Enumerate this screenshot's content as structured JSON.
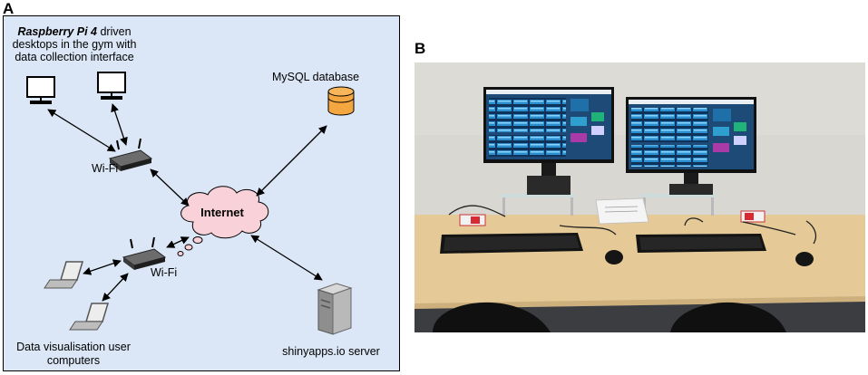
{
  "panels": {
    "a_letter": "A",
    "b_letter": "B"
  },
  "diagram": {
    "caption_bold": "Raspberry Pi 4",
    "caption_rest": " driven",
    "caption_line2": "desktops in the gym with",
    "caption_line3": "data collection interface",
    "mysql_label": "MySQL database",
    "wifi_top_label": "Wi-Fi",
    "wifi_bottom_label": "Wi-Fi",
    "internet_label": "Internet",
    "dataviz_line1": "Data visualisation user",
    "dataviz_line2": "computers",
    "server_label": "shinyapps.io server"
  },
  "colors": {
    "panel_bg": "#dbe7f6",
    "database": "#f4a640",
    "cloud": "#f8d2d8",
    "wall": "#d8d7d2",
    "desk": "#e5c996",
    "screen": "#1d4a77"
  },
  "photo": {
    "description_icons": [
      "monitor-left",
      "monitor-right",
      "keyboard-left",
      "keyboard-right",
      "mouse-left",
      "mouse-right",
      "chair-left",
      "chair-right"
    ]
  }
}
